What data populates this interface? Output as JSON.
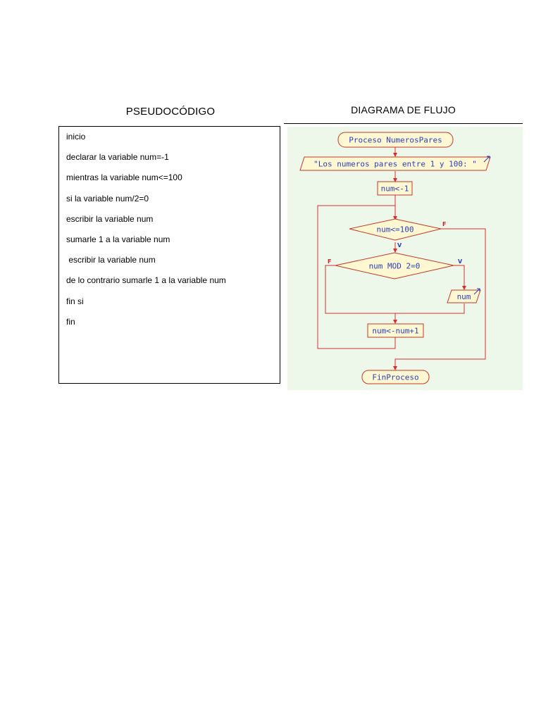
{
  "pseudocode": {
    "heading": "PSEUDOCÓDIGO",
    "lines": [
      "inicio",
      "declarar la variable num=-1",
      "mientras la variable num<=100",
      "si la variable num/2=0",
      "escribir la variable num",
      "sumarle 1 a la variable num",
      " escribir la variable num",
      "de lo contrario sumarle 1 a la variable num",
      "fin si",
      "fin"
    ]
  },
  "diagram": {
    "heading": "DIAGRAMA DE FLUJO",
    "nodes": {
      "start": "Proceso NumerosPares",
      "output_text": "\"Los numeros pares entre 1 y 100: \"",
      "assign_init": "num<-1",
      "loop_condition": "num<=100",
      "if_condition": "num MOD 2=0",
      "output_num": "num",
      "increment": "num<-num+1",
      "end": "FinProceso"
    },
    "branch_labels": {
      "loop_false": "F",
      "loop_true": "V",
      "if_false": "F",
      "if_true": "V"
    },
    "colors": {
      "background": "#eef8ea",
      "node_fill": "#fdf7d2",
      "node_stroke": "#c0392b",
      "edge": "#d03030",
      "text": "#2a3fb8"
    }
  }
}
